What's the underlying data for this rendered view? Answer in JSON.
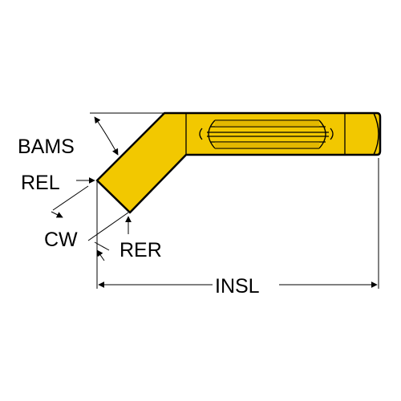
{
  "labels": {
    "bams": "BAMS",
    "rel": "REL",
    "cw": "CW",
    "rer": "RER",
    "insl": "INSL"
  },
  "colors": {
    "insert_fill": "#f2c800",
    "outline": "#000000",
    "shading": "#c99a00",
    "background": "#ffffff"
  }
}
